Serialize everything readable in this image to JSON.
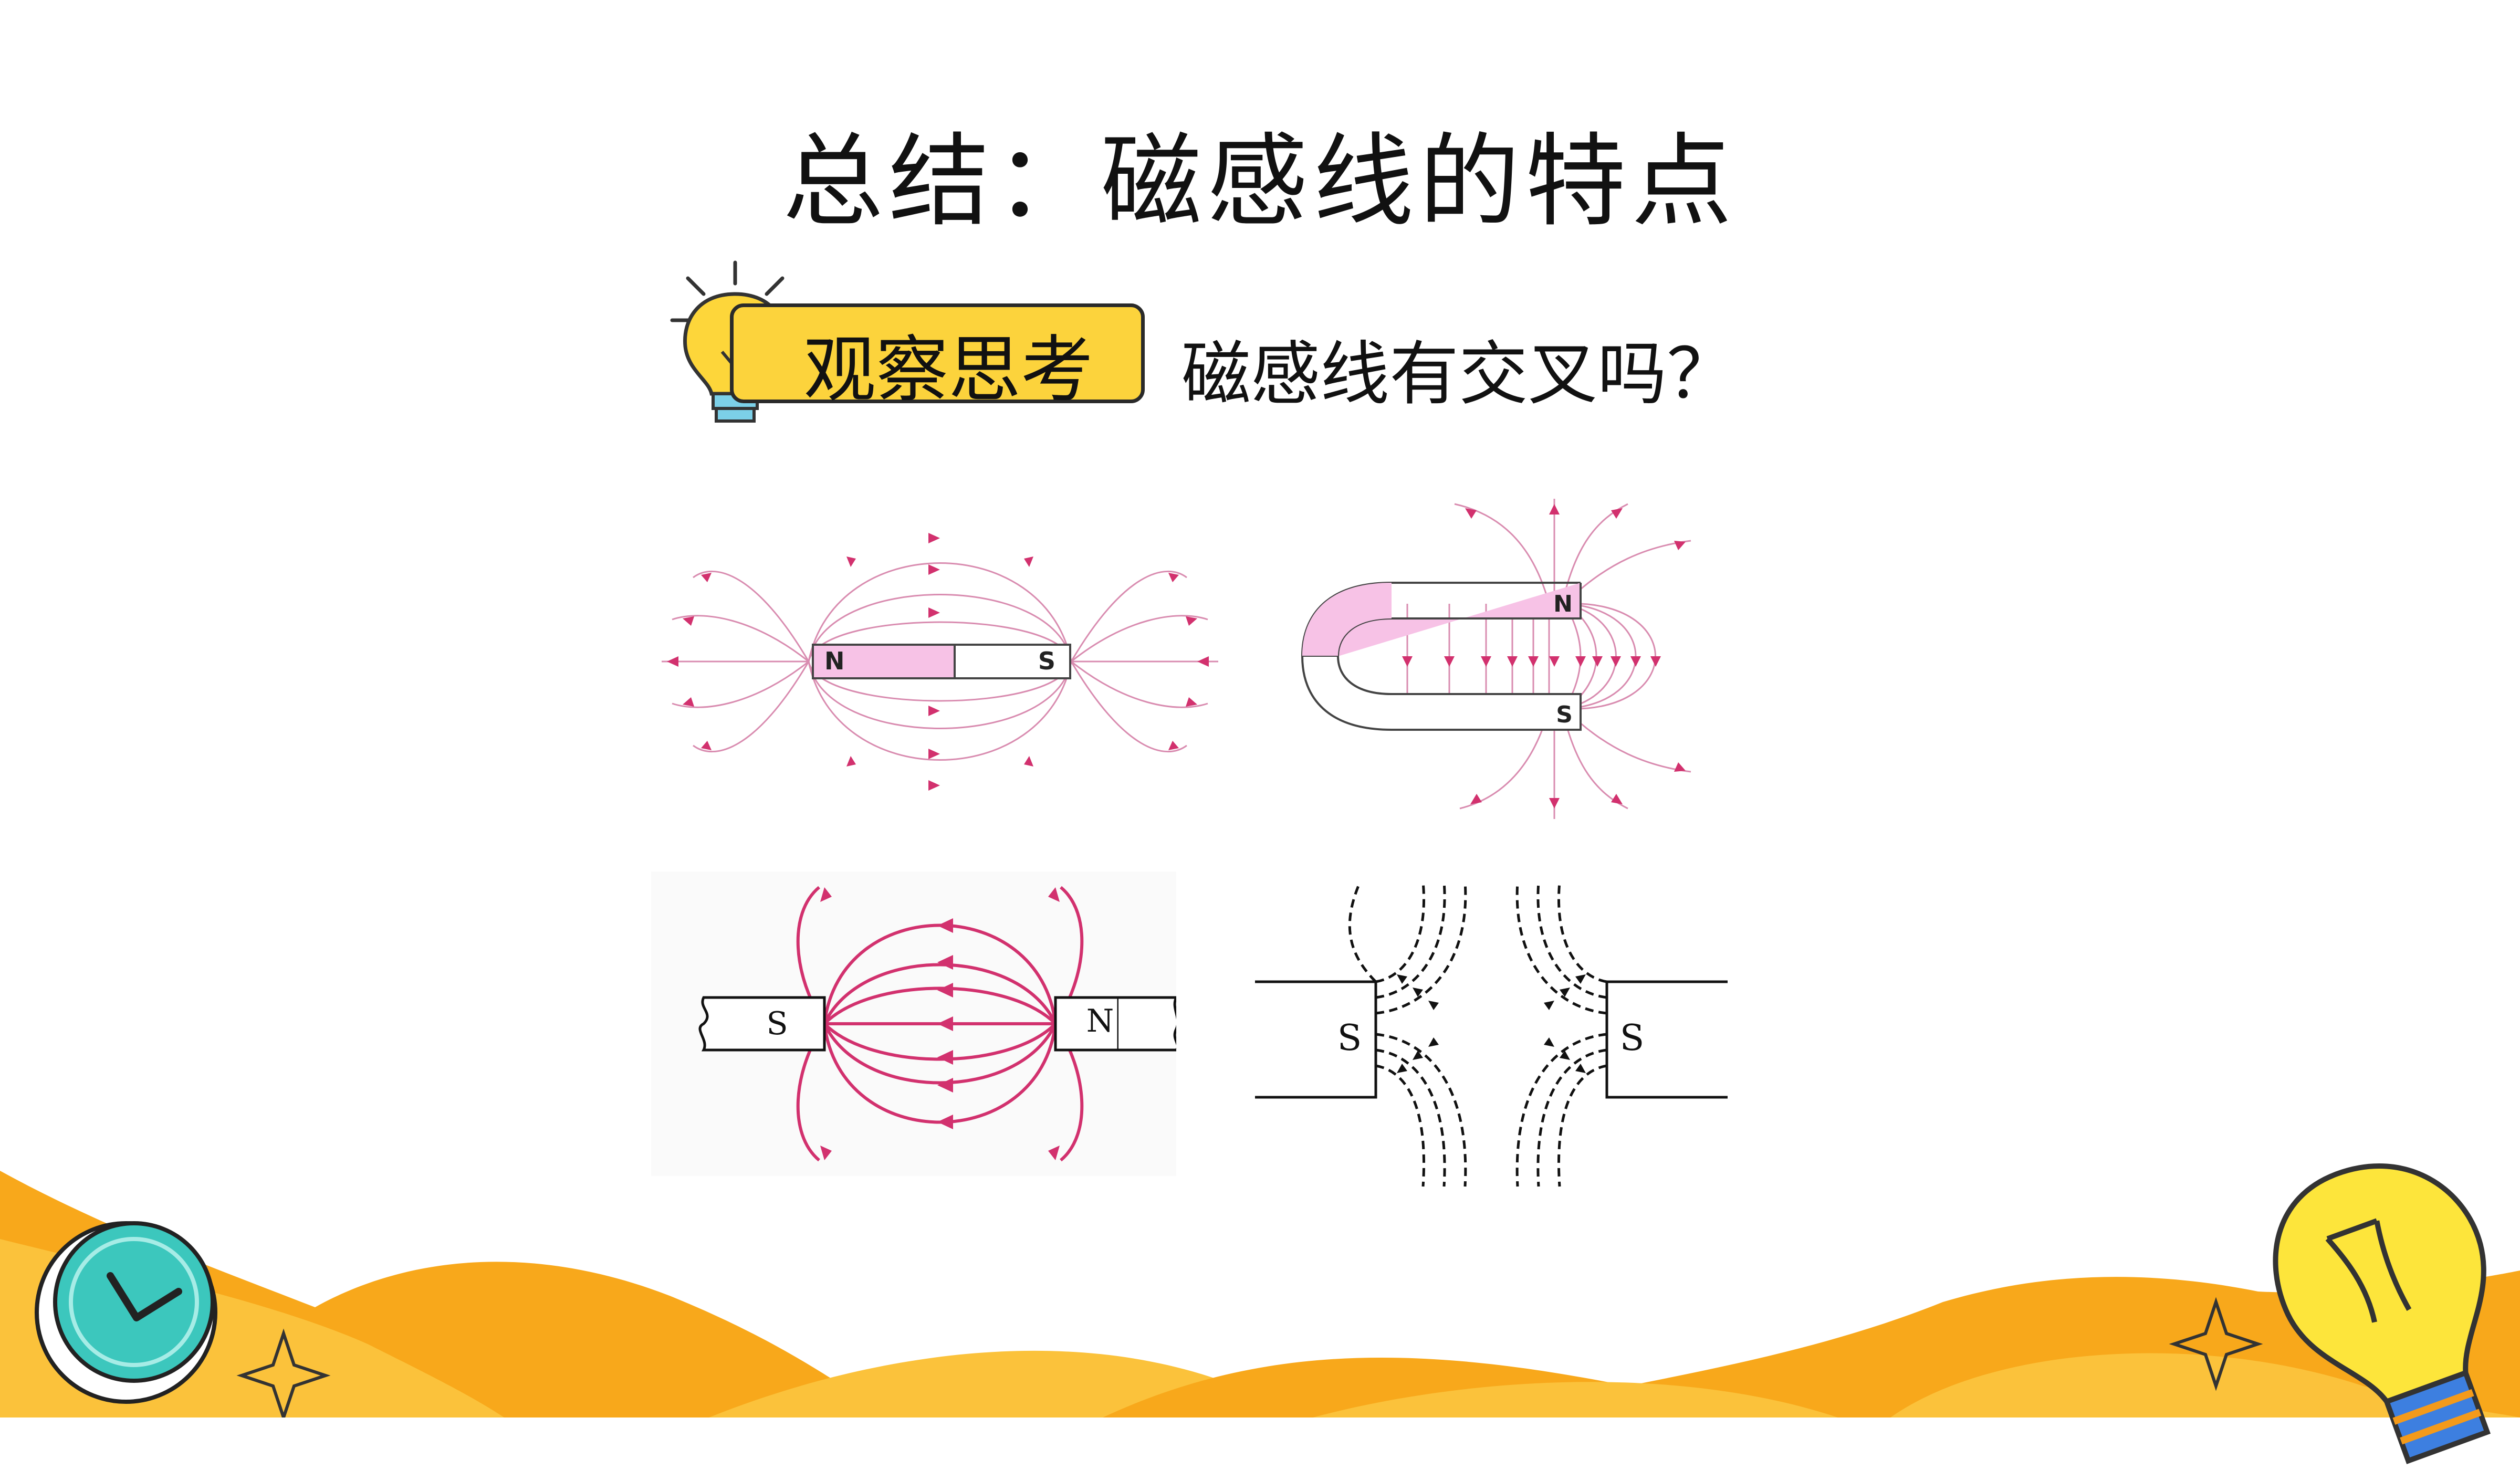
{
  "slide": {
    "title": "总结：磁感线的特点",
    "observe_label": "观察思考",
    "question": "磁感线有交叉吗？"
  },
  "figures": {
    "bar_magnet": {
      "north": "N",
      "south": "S"
    },
    "u_magnet": {
      "north": "N",
      "south": "S"
    },
    "opposite_poles": {
      "left": "S",
      "right": "N"
    },
    "like_poles": {
      "left": "S",
      "right": "S"
    }
  },
  "colors": {
    "field_line": "#d2316e",
    "magnet_pink": "#f7c2e6",
    "accent_yellow": "#fcd33c",
    "deco_orange": "#f8a81b",
    "clock_teal": "#3cc7bd"
  },
  "icons": [
    "lightbulb-icon",
    "clock-icon",
    "lightbulb-large-icon",
    "sparkle-icon"
  ]
}
